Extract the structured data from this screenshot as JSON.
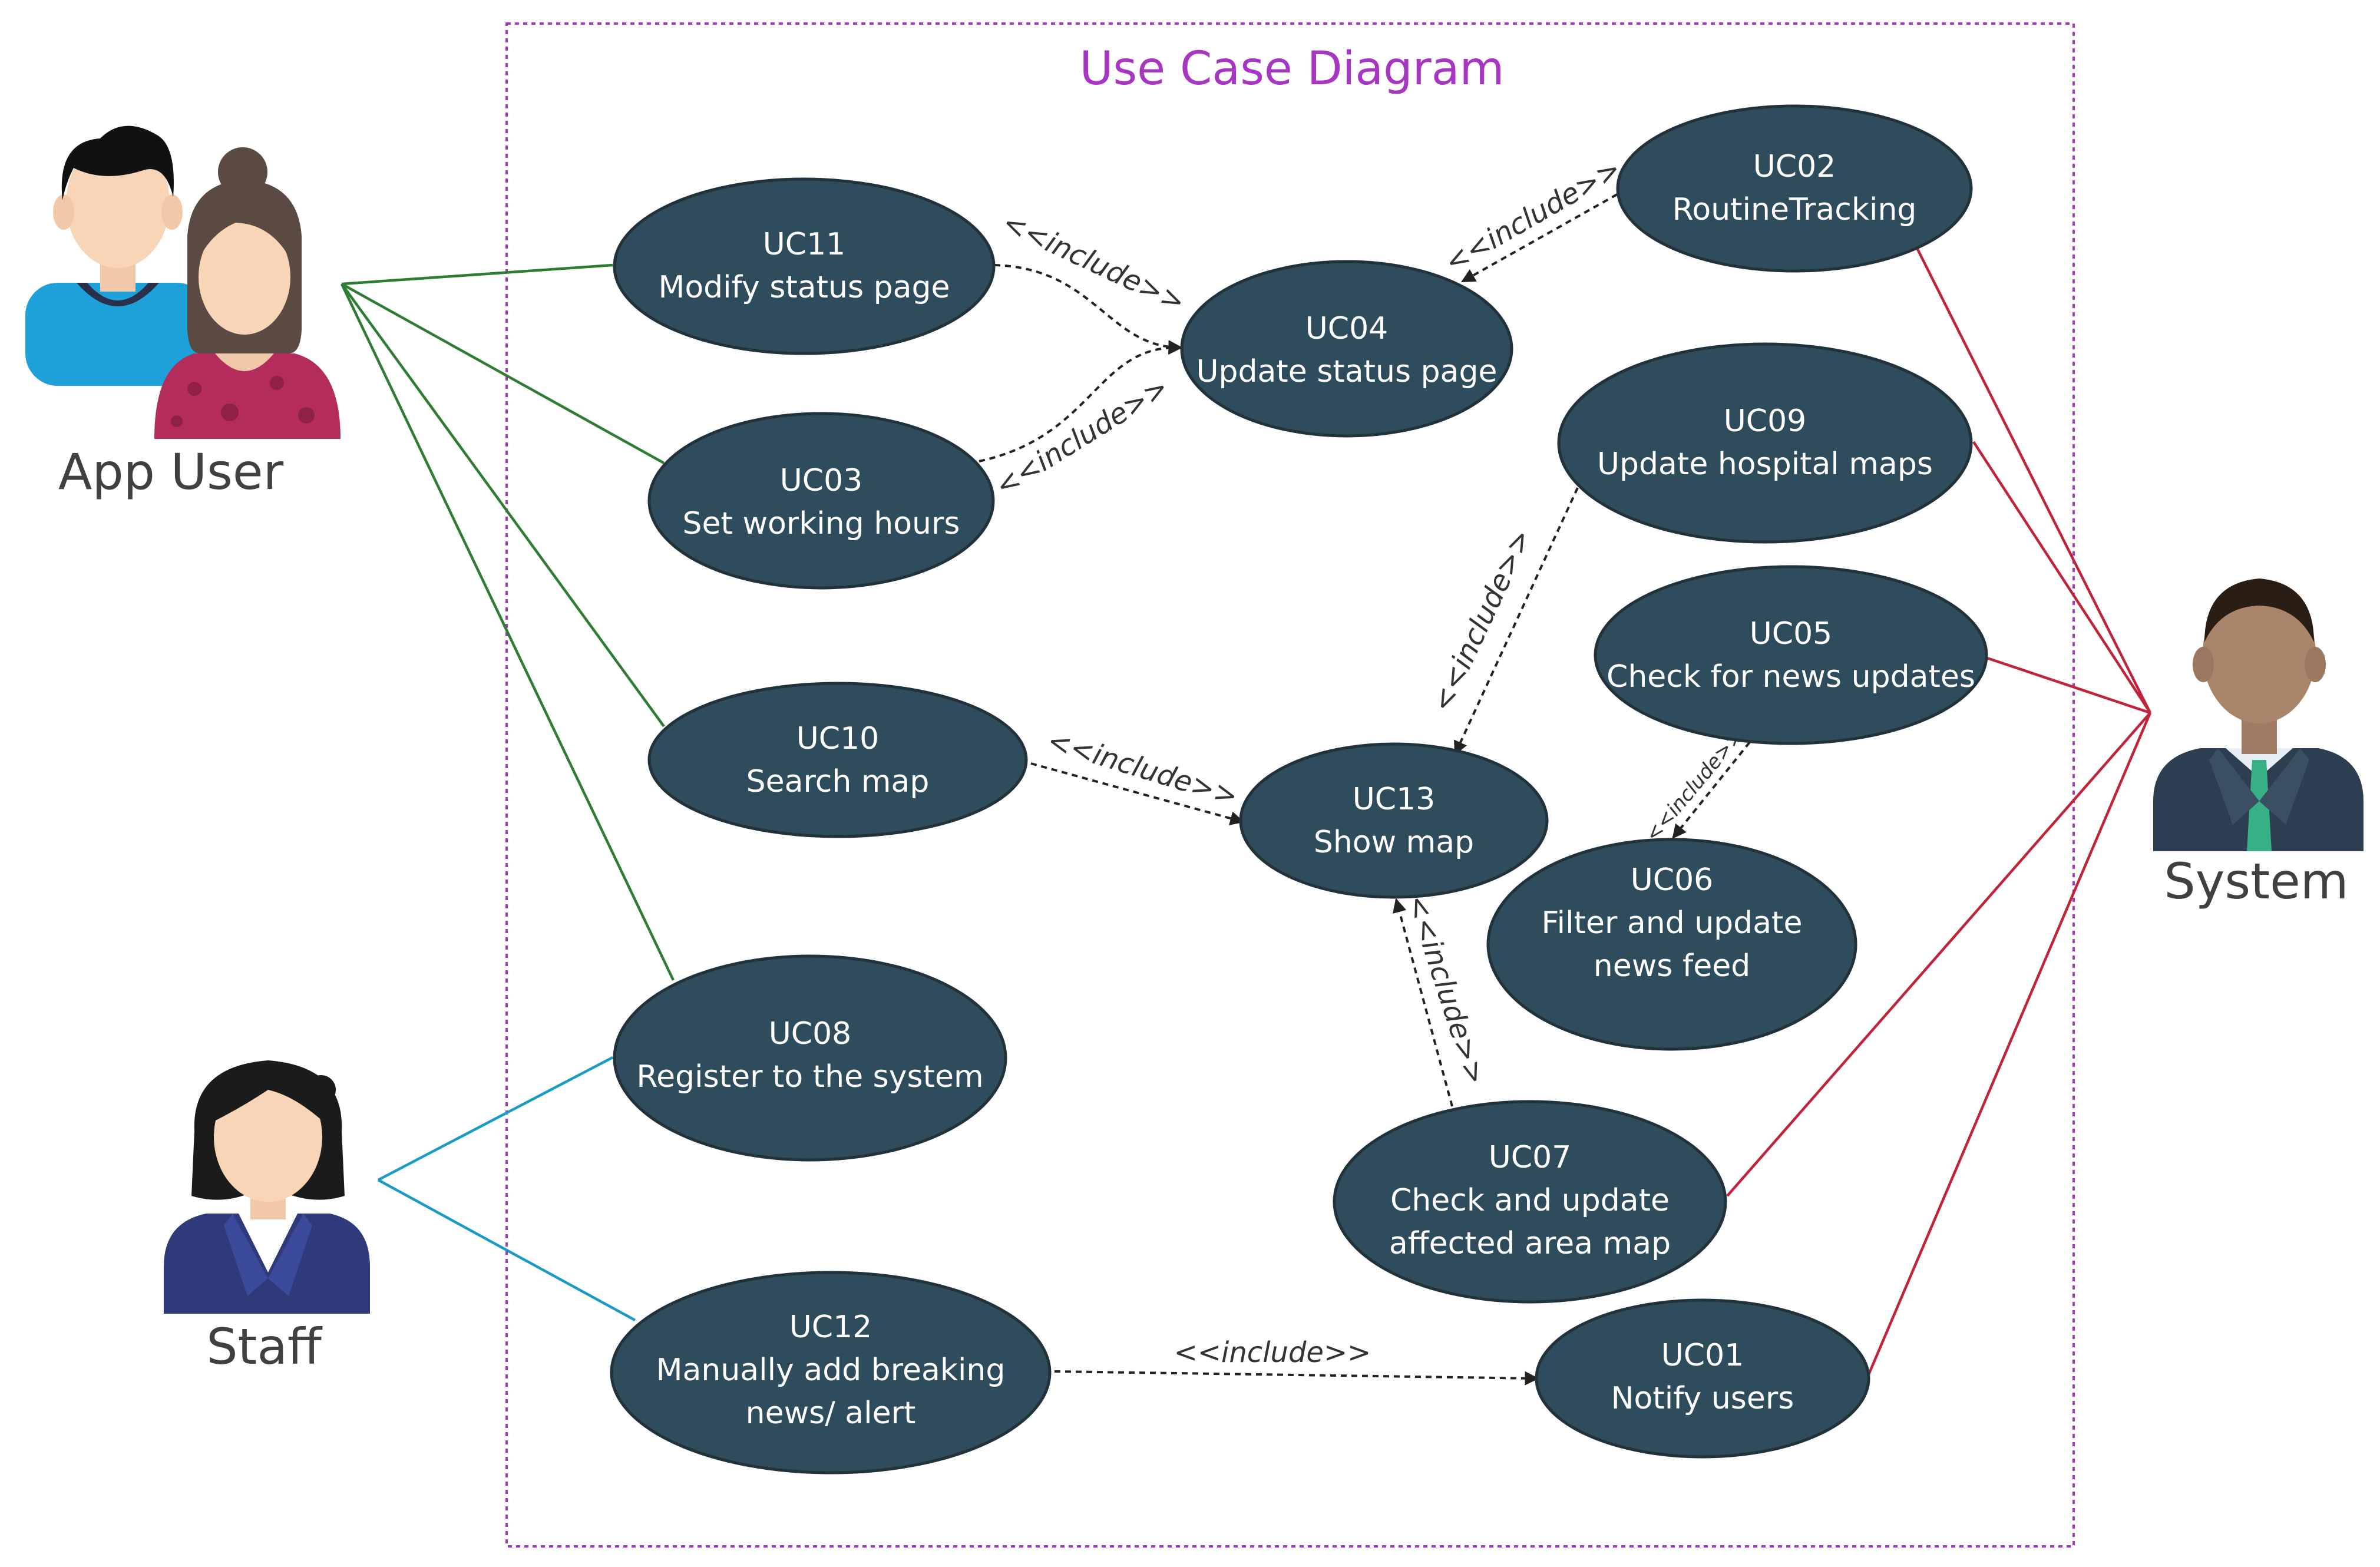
{
  "title": "Use Case Diagram",
  "actors": {
    "app_user": "App User",
    "staff": "Staff",
    "system": "System"
  },
  "use_cases": {
    "uc11": {
      "id": "UC11",
      "name": "Modify status page"
    },
    "uc03": {
      "id": "UC03",
      "name": "Set working hours"
    },
    "uc04": {
      "id": "UC04",
      "name": "Update status page"
    },
    "uc02": {
      "id": "UC02",
      "name": "RoutineTracking"
    },
    "uc09": {
      "id": "UC09",
      "name": "Update hospital maps"
    },
    "uc05": {
      "id": "UC05",
      "name": "Check for news updates"
    },
    "uc10": {
      "id": "UC10",
      "name": "Search map"
    },
    "uc13": {
      "id": "UC13",
      "name": "Show map"
    },
    "uc06": {
      "id": "UC06",
      "name_line1": "Filter and update",
      "name_line2": "news feed"
    },
    "uc08": {
      "id": "UC08",
      "name": "Register to the system"
    },
    "uc07": {
      "id": "UC07",
      "name_line1": "Check and update",
      "name_line2": "affected area map"
    },
    "uc12": {
      "id": "UC12",
      "name_line1": "Manually add breaking",
      "name_line2": "news/ alert"
    },
    "uc01": {
      "id": "UC01",
      "name": "Notify users"
    }
  },
  "include_label": "<<include>>",
  "colors": {
    "use_case_fill": "#2f4c5c",
    "title": "#a737c2",
    "boundary": "#a737c2",
    "app_user_links": "#2e7d32",
    "staff_links": "#1a9bc6",
    "system_links": "#c0243b"
  }
}
